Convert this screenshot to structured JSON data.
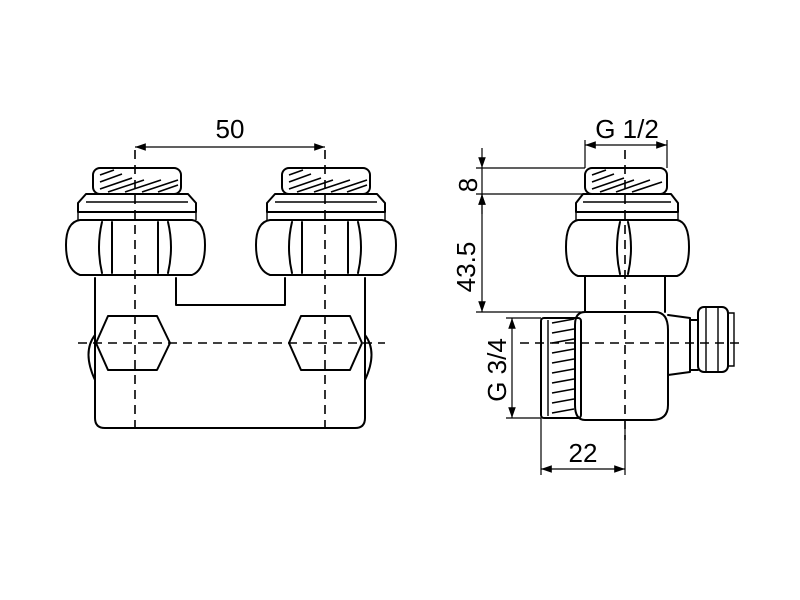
{
  "dimensions": {
    "spacing": "50",
    "thread_top": "G 1/2",
    "height_top": "8",
    "height_body": "43.5",
    "thread_side": "G 3/4",
    "depth": "22"
  }
}
